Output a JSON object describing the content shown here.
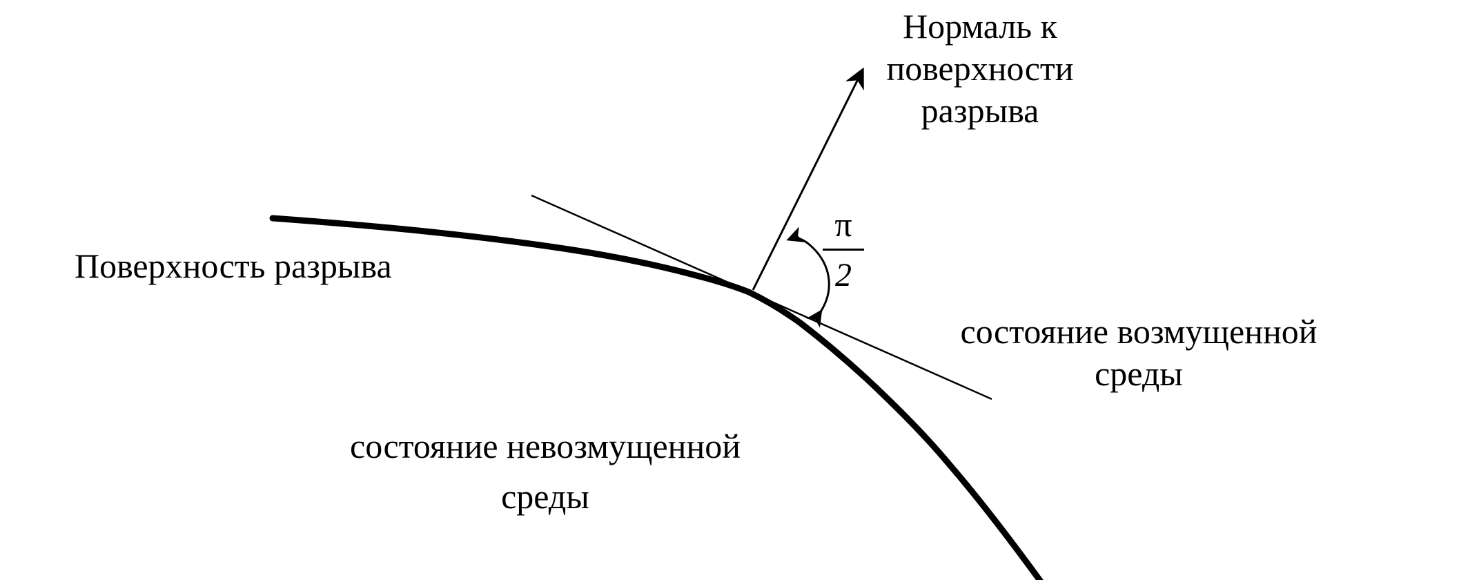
{
  "labels": {
    "discontinuity_surface": "Поверхность разрыва",
    "normal_line1": "Нормаль к",
    "normal_line2": "поверхности",
    "normal_line3": "разрыва",
    "perturbed_line1": "состояние возмущенной",
    "perturbed_line2": "среды",
    "unperturbed_line1": "состояние невозмущенной",
    "unperturbed_line2": "среды"
  },
  "angle": {
    "numerator": "π",
    "denominator": "2"
  },
  "colors": {
    "ink": "#000000",
    "background": "#ffffff"
  }
}
